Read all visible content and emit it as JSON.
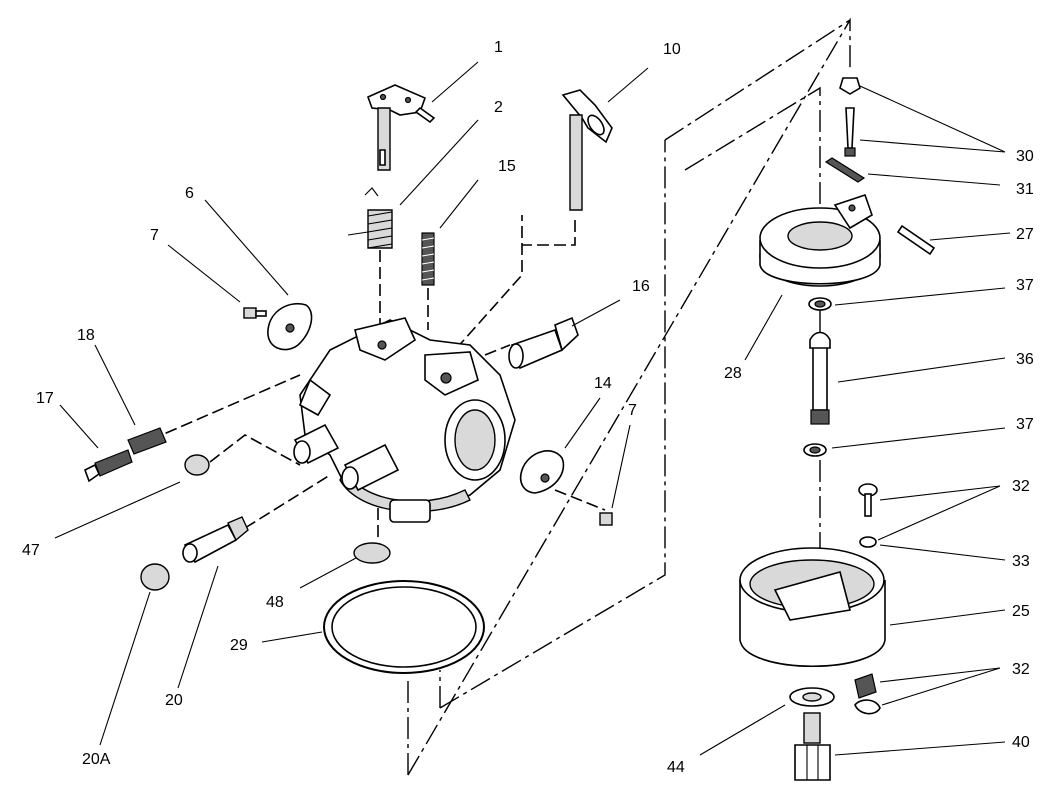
{
  "labels": {
    "l1": "1",
    "l2": "2",
    "l10": "10",
    "l15": "15",
    "l6": "6",
    "l7a": "7",
    "l18": "18",
    "l17": "17",
    "l16": "16",
    "l14": "14",
    "l7b": "7",
    "l47": "47",
    "l48": "48",
    "l29": "29",
    "l20": "20",
    "l20a": "20A",
    "l30": "30",
    "l31": "31",
    "l27": "27",
    "l37a": "37",
    "l28": "28",
    "l36": "36",
    "l37b": "37",
    "l32a": "32",
    "l33": "33",
    "l25": "25",
    "l32b": "32",
    "l40": "40",
    "l44": "44"
  }
}
